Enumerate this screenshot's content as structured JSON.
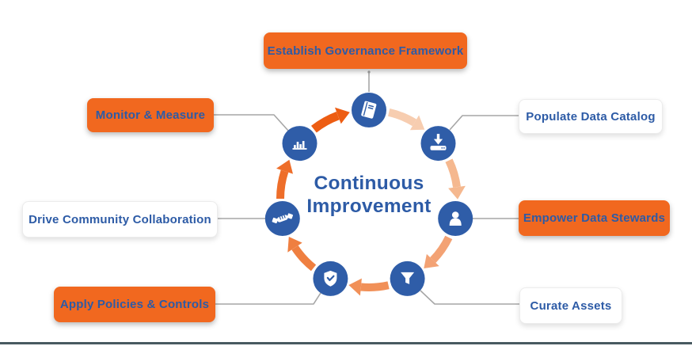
{
  "title": {
    "line1": "Continuous",
    "line2": "Improvement"
  },
  "nodes": [
    {
      "label": "Establish Governance Framework",
      "style": "orange",
      "icon": "book-icon"
    },
    {
      "label": "Populate Data Catalog",
      "style": "white",
      "icon": "download-tray-icon"
    },
    {
      "label": "Empower Data Stewards",
      "style": "orange",
      "icon": "user-icon"
    },
    {
      "label": "Curate Assets",
      "style": "white",
      "icon": "filter-funnel-icon"
    },
    {
      "label": "Apply Policies & Controls",
      "style": "orange",
      "icon": "shield-check-icon"
    },
    {
      "label": "Drive Community Collaboration",
      "style": "white",
      "icon": "handshake-icon"
    },
    {
      "label": "Monitor & Measure",
      "style": "orange",
      "icon": "bar-chart-icon"
    }
  ],
  "arrows": [
    {
      "name": "establish-to-populate",
      "color": "#f7cdb0"
    },
    {
      "name": "populate-to-empower",
      "color": "#f5b88f"
    },
    {
      "name": "empower-to-curate",
      "color": "#f3a274"
    },
    {
      "name": "curate-to-apply",
      "color": "#f19058"
    },
    {
      "name": "apply-to-drive",
      "color": "#ef7f40"
    },
    {
      "name": "drive-to-monitor",
      "color": "#ee6e2a"
    },
    {
      "name": "monitor-to-establish",
      "color": "#ed5d13"
    }
  ],
  "colors": {
    "node_circle": "#2f5da8",
    "orange_box": "#f1681f",
    "label_text": "#2d5ba6",
    "connector_line": "#a6a6a6",
    "footer_rule": "#485a60"
  }
}
